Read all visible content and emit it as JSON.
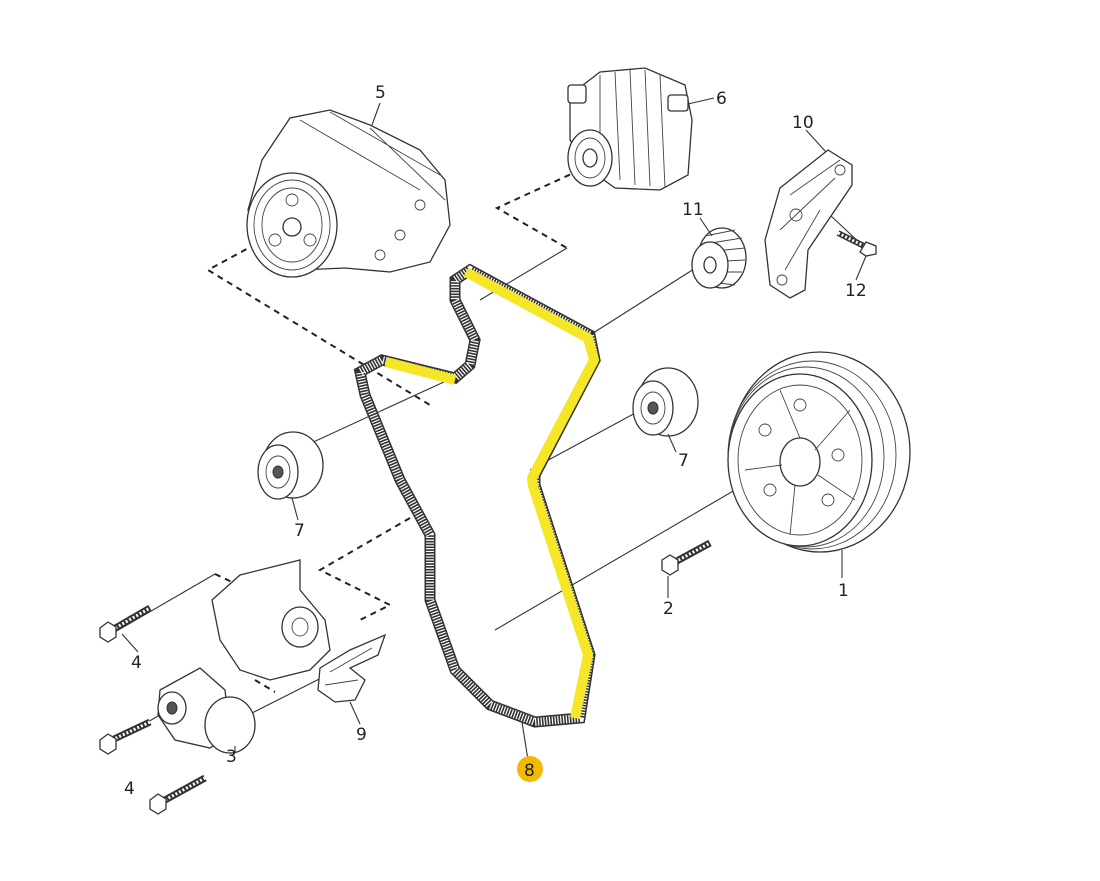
{
  "parts": [
    {
      "id": "p1",
      "number": "1",
      "name_icon": "crankshaft-pulley-icon"
    },
    {
      "id": "p2",
      "number": "2",
      "name_icon": "bolt-icon"
    },
    {
      "id": "p3",
      "number": "3",
      "name_icon": "belt-tensioner-icon"
    },
    {
      "id": "p4a",
      "number": "4",
      "name_icon": "bolt-icon"
    },
    {
      "id": "p4b",
      "number": "4",
      "name_icon": "bolt-icon"
    },
    {
      "id": "p5",
      "number": "5",
      "name_icon": "water-pump-icon"
    },
    {
      "id": "p6",
      "number": "6",
      "name_icon": "alternator-icon"
    },
    {
      "id": "p7a",
      "number": "7",
      "name_icon": "idler-pulley-icon"
    },
    {
      "id": "p7b",
      "number": "7",
      "name_icon": "idler-pulley-icon"
    },
    {
      "id": "p8",
      "number": "8",
      "name_icon": "drive-belt-icon",
      "highlighted": true
    },
    {
      "id": "p9",
      "number": "9",
      "name_icon": "bracket-icon"
    },
    {
      "id": "p10",
      "number": "10",
      "name_icon": "idler-pulley-icon"
    },
    {
      "id": "p11",
      "number": "11",
      "name_icon": "bracket-icon"
    },
    {
      "id": "p12",
      "number": "12",
      "name_icon": "bolt-icon"
    }
  ],
  "colors": {
    "highlight_belt": "#f5e628",
    "highlight_badge": "#f5b800",
    "line": "#333333"
  }
}
